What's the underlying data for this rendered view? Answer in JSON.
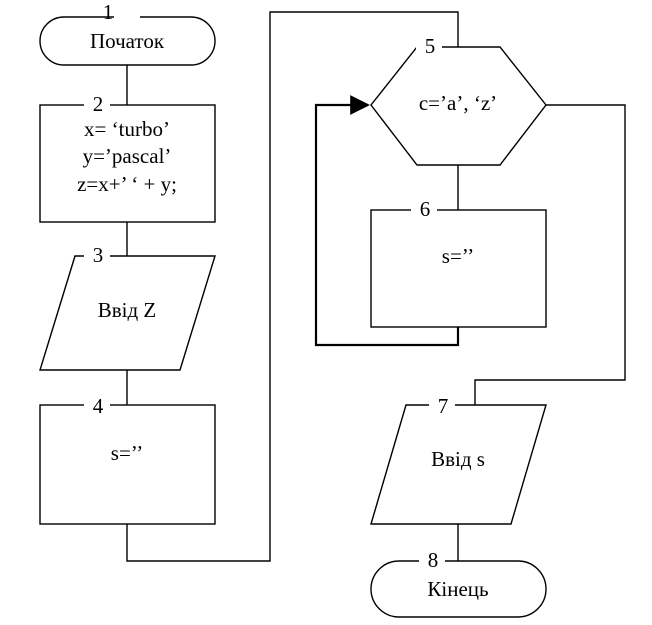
{
  "blocks": [
    {
      "id": "1",
      "shape": "terminator",
      "lines": [
        "Початок"
      ]
    },
    {
      "id": "2",
      "shape": "process",
      "lines": [
        "x= ‘turbo’",
        "y=’pascal’",
        "z=x+’ ‘ + y;"
      ]
    },
    {
      "id": "3",
      "shape": "input-output",
      "lines": [
        "Ввід Z"
      ]
    },
    {
      "id": "4",
      "shape": "process",
      "lines": [
        "s=’’"
      ]
    },
    {
      "id": "5",
      "shape": "loop-hexagon",
      "lines": [
        "c=’a’, ‘z’"
      ]
    },
    {
      "id": "6",
      "shape": "process",
      "lines": [
        "s=’’"
      ]
    },
    {
      "id": "7",
      "shape": "input-output",
      "lines": [
        "Ввід s"
      ]
    },
    {
      "id": "8",
      "shape": "terminator",
      "lines": [
        "Кінець"
      ]
    }
  ]
}
